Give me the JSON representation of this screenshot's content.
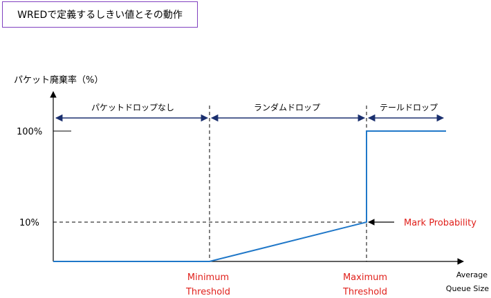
{
  "title": "WREDで定義するしきい値とその動作",
  "yaxis_label": "パケット廃棄率（%）",
  "zones": {
    "no_drop": "パケットドロップなし",
    "random_drop": "ランダムドロップ",
    "tail_drop": "テールドロップ"
  },
  "y_ticks": {
    "p100": "100%",
    "p10": "10%"
  },
  "mark_probability_label": "Mark Probability",
  "min_threshold": {
    "line1": "Minimum",
    "line2": "Threshold"
  },
  "max_threshold": {
    "line1": "Maximum",
    "line2": "Threshold"
  },
  "xaxis_label": {
    "line1": "Average",
    "line2": "Queue Size"
  },
  "colors": {
    "curve": "#1f77c8",
    "arrow": "#1a2f6e",
    "threshold_text": "#e0201b",
    "title_border": "#7f3fbf"
  },
  "chart_data": {
    "type": "line",
    "points": [
      {
        "queue": "0",
        "drop_probability_percent": 0
      },
      {
        "queue": "Minimum Threshold",
        "drop_probability_percent": 0
      },
      {
        "queue": "Maximum Threshold",
        "drop_probability_percent": 10
      },
      {
        "queue": "Maximum Threshold",
        "drop_probability_percent": 100
      }
    ]
  }
}
